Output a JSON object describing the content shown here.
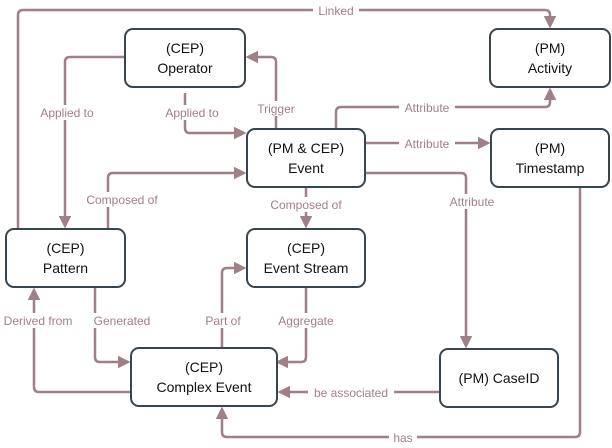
{
  "nodes": {
    "operator": {
      "line1": "(CEP)",
      "line2": "Operator"
    },
    "activity": {
      "line1": "(PM)",
      "line2": "Activity"
    },
    "event": {
      "line1": "(PM & CEP)",
      "line2": "Event"
    },
    "timestamp": {
      "line1": "(PM)",
      "line2": "Timestamp"
    },
    "pattern": {
      "line1": "(CEP)",
      "line2": "Pattern"
    },
    "event_stream": {
      "line1": "(CEP)",
      "line2": "Event Stream"
    },
    "complex_event": {
      "line1": "(CEP)",
      "line2": "Complex Event"
    },
    "caseid": {
      "line1": "(PM) CaseID",
      "line2": ""
    }
  },
  "edges": {
    "linked": "Linked",
    "applied_to_pattern": "Applied to",
    "applied_to_event": "Applied to",
    "trigger": "Trigger",
    "attribute_activity": "Attribute",
    "attribute_timestamp": "Attribute",
    "composed_of_pattern": "Composed of",
    "composed_of_stream": "Composed of",
    "attribute_caseid": "Attribute",
    "derived_from": "Derived from",
    "generated": "Generated",
    "part_of": "Part of",
    "aggregate": "Aggregate",
    "be_associated": "be associated",
    "has": "has"
  },
  "colors": {
    "edge": "#a07f86",
    "node_border": "#36454f"
  }
}
